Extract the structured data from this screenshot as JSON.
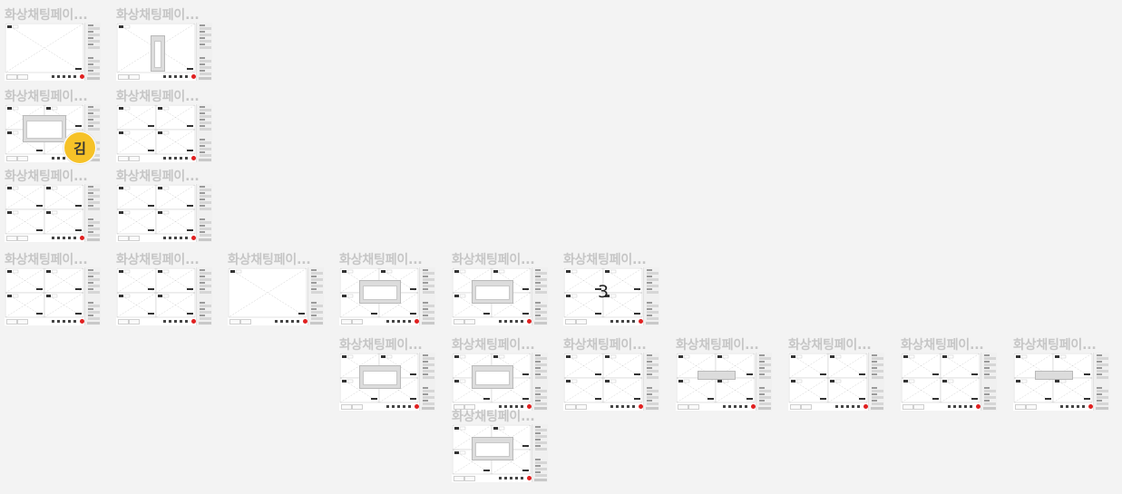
{
  "canvas": {
    "background": "#f3f3f3",
    "title_color": "#c6c6c6",
    "accent": "#f6c228",
    "end_call_red": "#e02020"
  },
  "frames": [
    {
      "title": "화상채팅페이..."
    },
    {
      "title": "화상채팅페이..."
    },
    {
      "title": "화상채팅페이..."
    },
    {
      "title": "화상채팅페이..."
    },
    {
      "title": "화상채팅페이..."
    },
    {
      "title": "화상채팅페이..."
    },
    {
      "title": "화상채팅페이..."
    },
    {
      "title": "화상채팅페이..."
    },
    {
      "title": "화상채팅페이..."
    },
    {
      "title": "화상채팅페이..."
    },
    {
      "title": "화상채팅페이..."
    },
    {
      "title": "화상채팅페이..."
    },
    {
      "title": "화상채팅페이..."
    },
    {
      "title": "화상채팅페이..."
    },
    {
      "title": "화상채팅페이..."
    },
    {
      "title": "화상채팅페이..."
    },
    {
      "title": "화상채팅페이..."
    },
    {
      "title": "화상채팅페이..."
    },
    {
      "title": "화상채팅페이..."
    },
    {
      "title": "화상채팅페이..."
    }
  ],
  "avatar": {
    "initial": "김",
    "icon": "user-avatar"
  },
  "countdown": "3"
}
